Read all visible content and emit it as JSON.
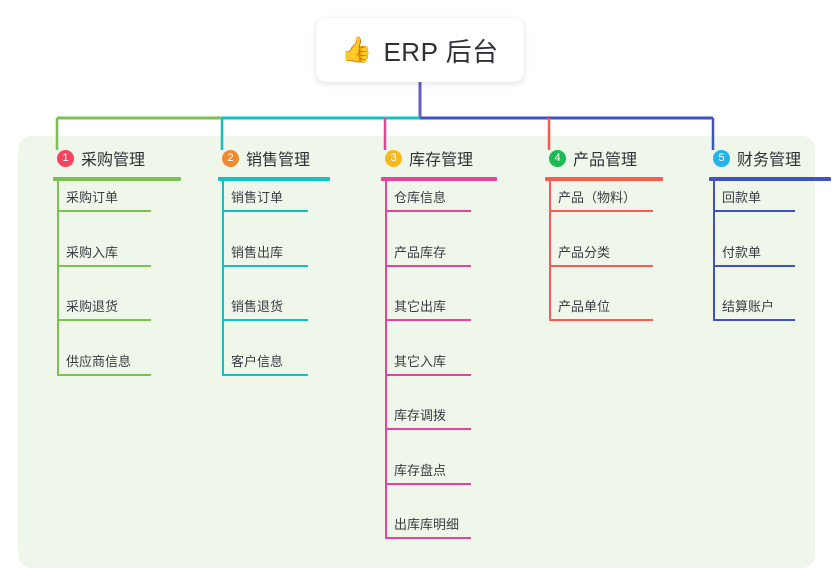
{
  "root": {
    "icon": "thumbs-up-icon",
    "emoji": "👍",
    "title": "ERP 后台"
  },
  "palette": {
    "panel_bg": "#eef7e9",
    "page_bg": "#ffffff",
    "root_trunk": "#5d5fc4",
    "text": "#2f3136"
  },
  "columns": [
    {
      "index": "1",
      "title": "采购管理",
      "badge_color": "#f5455f",
      "line_color": "#7cc052",
      "items": [
        {
          "label": "采购订单"
        },
        {
          "label": "采购入库"
        },
        {
          "label": "采购退货"
        },
        {
          "label": "供应商信息"
        }
      ]
    },
    {
      "index": "2",
      "title": "销售管理",
      "badge_color": "#f08a2e",
      "line_color": "#11c2c2",
      "items": [
        {
          "label": "销售订单"
        },
        {
          "label": "销售出库"
        },
        {
          "label": "销售退货"
        },
        {
          "label": "客户信息"
        }
      ]
    },
    {
      "index": "3",
      "title": "库存管理",
      "badge_color": "#f5bb1d",
      "line_color": "#e8439b",
      "items": [
        {
          "label": "仓库信息"
        },
        {
          "label": "产品库存"
        },
        {
          "label": "其它出库"
        },
        {
          "label": "其它入库"
        },
        {
          "label": "库存调拨"
        },
        {
          "label": "库存盘点"
        },
        {
          "label": "出库库明细"
        }
      ]
    },
    {
      "index": "4",
      "title": "产品管理",
      "badge_color": "#1db954",
      "line_color": "#fc5a51",
      "items": [
        {
          "label": "产品（物料）"
        },
        {
          "label": "产品分类"
        },
        {
          "label": "产品单位"
        }
      ]
    },
    {
      "index": "5",
      "title": "财务管理",
      "badge_color": "#24b4ea",
      "line_color": "#3f51c4",
      "items": [
        {
          "label": "回款单"
        },
        {
          "label": "付款单"
        },
        {
          "label": "结算账户"
        }
      ]
    }
  ]
}
